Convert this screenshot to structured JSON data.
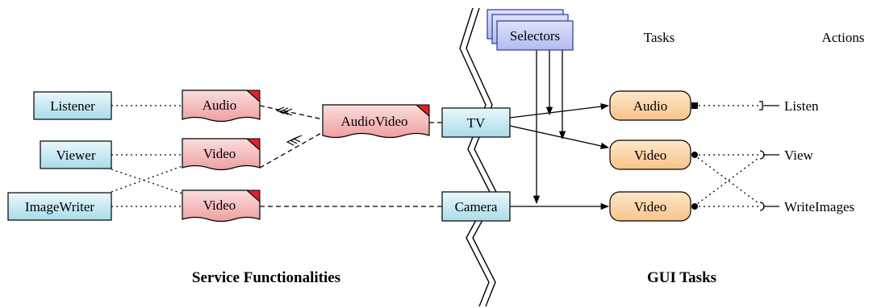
{
  "headers": {
    "tasks": "Tasks",
    "actions": "Actions"
  },
  "captions": {
    "left": "Service Functionalities",
    "right": "GUI Tasks"
  },
  "selectors": {
    "label": "Selectors"
  },
  "consumers": [
    {
      "id": "listener",
      "label": "Listener"
    },
    {
      "id": "viewer",
      "label": "Viewer"
    },
    {
      "id": "imagewriter",
      "label": "ImageWriter"
    }
  ],
  "services": [
    {
      "id": "audio",
      "label": "Audio"
    },
    {
      "id": "video1",
      "label": "Video"
    },
    {
      "id": "video2",
      "label": "Video"
    },
    {
      "id": "audiovideo",
      "label": "AudioVideo"
    }
  ],
  "devices": [
    {
      "id": "tv",
      "label": "TV"
    },
    {
      "id": "camera",
      "label": "Camera"
    }
  ],
  "tasks": [
    {
      "id": "audio-task",
      "label": "Audio"
    },
    {
      "id": "video-task-1",
      "label": "Video"
    },
    {
      "id": "video-task-2",
      "label": "Video"
    }
  ],
  "actions": [
    {
      "id": "listen",
      "label": "Listen"
    },
    {
      "id": "view",
      "label": "View"
    },
    {
      "id": "writeimages",
      "label": "WriteImages"
    }
  ],
  "colors": {
    "consumer_fill": "#cdeef7",
    "service_fill": "#f5bcbc",
    "service_corner": "#e0212b",
    "device_fill": "#cdeef7",
    "task_fill": "#fdd9ac",
    "selector_fill": "#c6cdf5",
    "selector_stroke": "#2c3a8a",
    "stroke": "#000000"
  }
}
